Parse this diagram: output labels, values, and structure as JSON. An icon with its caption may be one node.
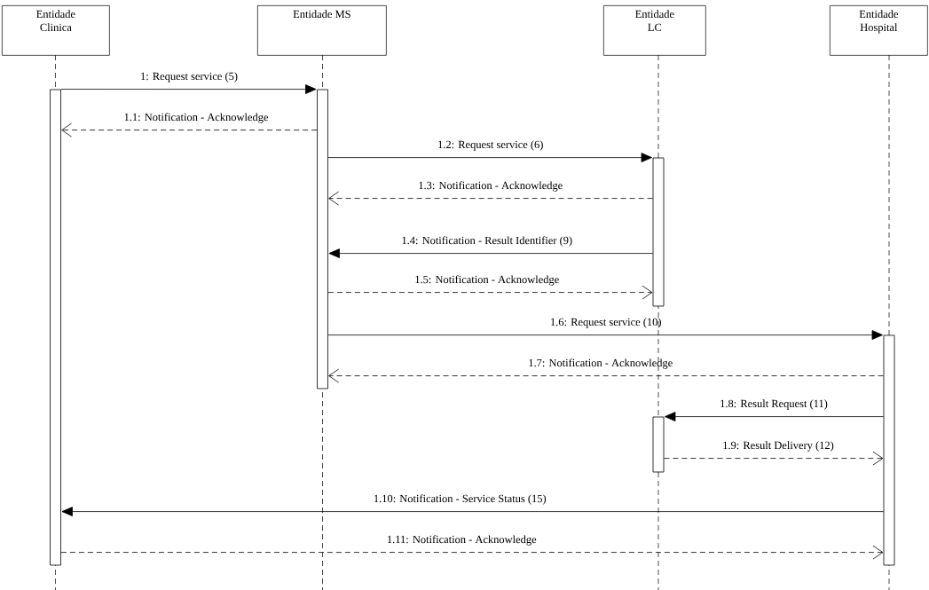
{
  "diagram": {
    "nodes": [
      {
        "text": [
          "Entidade Clinica"
        ]
      },
      {
        "text": [
          "Entidade MS"
        ]
      },
      {
        "text": [
          "Entidade LC"
        ]
      },
      {
        "text": [
          "Entidade Hospital"
        ]
      },
      {
        "text": [],
        "shape": "bar"
      },
      {
        "text": [],
        "shape": "bar"
      },
      {
        "text": [],
        "shape": "bar"
      },
      {
        "text": [],
        "shape": "bar"
      },
      {
        "text": [],
        "shape": "bar"
      }
    ],
    "edges": [
      {
        "from": 4,
        "to": 5,
        "arrow": "to",
        "label": "1: Request service (5)"
      },
      {
        "from": 5,
        "to": 4,
        "arrow": "to",
        "style": "dashed",
        "label": "1.1: Notification - Acknowledge"
      },
      {
        "from": 5,
        "to": 6,
        "arrow": "to",
        "label": "1.2: Request service (6)"
      },
      {
        "from": 6,
        "to": 5,
        "arrow": "to",
        "style": "dashed",
        "label": "1.3: Notification - Acknowledge"
      },
      {
        "from": 6,
        "to": 5,
        "arrow": "to",
        "label": "1.4: Notification - Result Identifier (9)"
      },
      {
        "from": 5,
        "to": 6,
        "arrow": "to",
        "style": "dashed",
        "label": "1.5: Notification - Acknowledge"
      },
      {
        "from": 5,
        "to": 7,
        "arrow": "to",
        "label": "1.6: Request service (10)"
      },
      {
        "from": 7,
        "to": 5,
        "arrow": "to",
        "style": "dashed",
        "label": "1.7: Notification - Acknowledge"
      },
      {
        "from": 7,
        "to": 8,
        "arrow": "to",
        "label": "1.8: Result Request (11)"
      },
      {
        "from": 8,
        "to": 7,
        "arrow": "to",
        "style": "dashed",
        "label": "1.9: Result Delivery (12)"
      },
      {
        "from": 7,
        "to": 4,
        "arrow": "to",
        "label": "1.10: Notification - Service Status (15)"
      },
      {
        "from": 4,
        "to": 7,
        "arrow": "to",
        "style": "dashed",
        "label": "1.11: Notification - Acknowledge"
      }
    ]
  }
}
